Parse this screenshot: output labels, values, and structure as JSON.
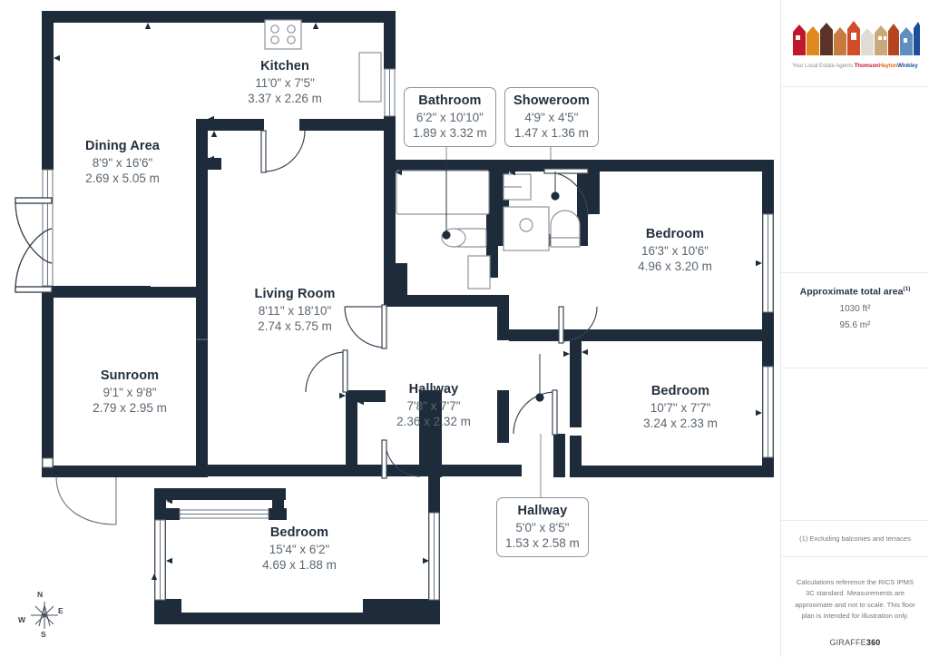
{
  "plan": {
    "rooms": [
      {
        "key": "kitchen",
        "name": "Kitchen",
        "imperial": "11'0\" x 7'5\"",
        "metric": "3.37 x 2.26 m",
        "boxed": false
      },
      {
        "key": "dining",
        "name": "Dining Area",
        "imperial": "8'9\" x 16'6\"",
        "metric": "2.69 x 5.05 m",
        "boxed": false
      },
      {
        "key": "bathroom",
        "name": "Bathroom",
        "imperial": "6'2\" x 10'10\"",
        "metric": "1.89 x 3.32 m",
        "boxed": true
      },
      {
        "key": "showeroom",
        "name": "Showeroom",
        "imperial": "4'9\" x 4'5\"",
        "metric": "1.47 x 1.36 m",
        "boxed": true
      },
      {
        "key": "bedroom1",
        "name": "Bedroom",
        "imperial": "16'3\" x 10'6\"",
        "metric": "4.96 x 3.20 m",
        "boxed": false
      },
      {
        "key": "living",
        "name": "Living Room",
        "imperial": "8'11\" x 18'10\"",
        "metric": "2.74 x 5.75 m",
        "boxed": false
      },
      {
        "key": "sunroom",
        "name": "Sunroom",
        "imperial": "9'1\" x 9'8\"",
        "metric": "2.79 x 2.95 m",
        "boxed": false
      },
      {
        "key": "hallway1",
        "name": "Hallway",
        "imperial": "7'8\" x 7'7\"",
        "metric": "2.36 x 2.32 m",
        "boxed": false
      },
      {
        "key": "bedroom2",
        "name": "Bedroom",
        "imperial": "10'7\" x 7'7\"",
        "metric": "3.24 x 2.33 m",
        "boxed": false
      },
      {
        "key": "bedroom3",
        "name": "Bedroom",
        "imperial": "15'4\" x 6'2\"",
        "metric": "4.69 x 1.88 m",
        "boxed": false
      },
      {
        "key": "hallway2",
        "name": "Hallway",
        "imperial": "5'0\" x 8'5\"",
        "metric": "1.53 x 2.58 m",
        "boxed": true
      }
    ],
    "compass": {
      "north": "N",
      "east": "E",
      "south": "S",
      "west": "W"
    },
    "colors": {
      "wall": "#1e2b3b",
      "label": "#22303f",
      "dim": "#5b6670",
      "fixture": "#8d949b"
    }
  },
  "sidebar": {
    "logo": {
      "tagline": "Your Local Estate Agents",
      "brand_1": "Thomson",
      "brand_2": "Hayton",
      "brand_3": "Winkley",
      "colors": {
        "red": "#c2172b",
        "orange": "#e2621a",
        "blue": "#1b4f9c",
        "gray": "#8a8f94"
      }
    },
    "area": {
      "title": "Approximate total area",
      "footnote_marker": "(1)",
      "sqft": "1030 ft²",
      "sqm": "95.6 m²"
    },
    "footnote": "(1) Excluding balconies and terraces",
    "disclaimer": "Calculations reference the RICS IPMS 3C standard. Measurements are approximate and not to scale. This floor plan is intended for illustration only.",
    "brand": {
      "name_light": "GIRAFFE",
      "name_bold": "360"
    }
  }
}
